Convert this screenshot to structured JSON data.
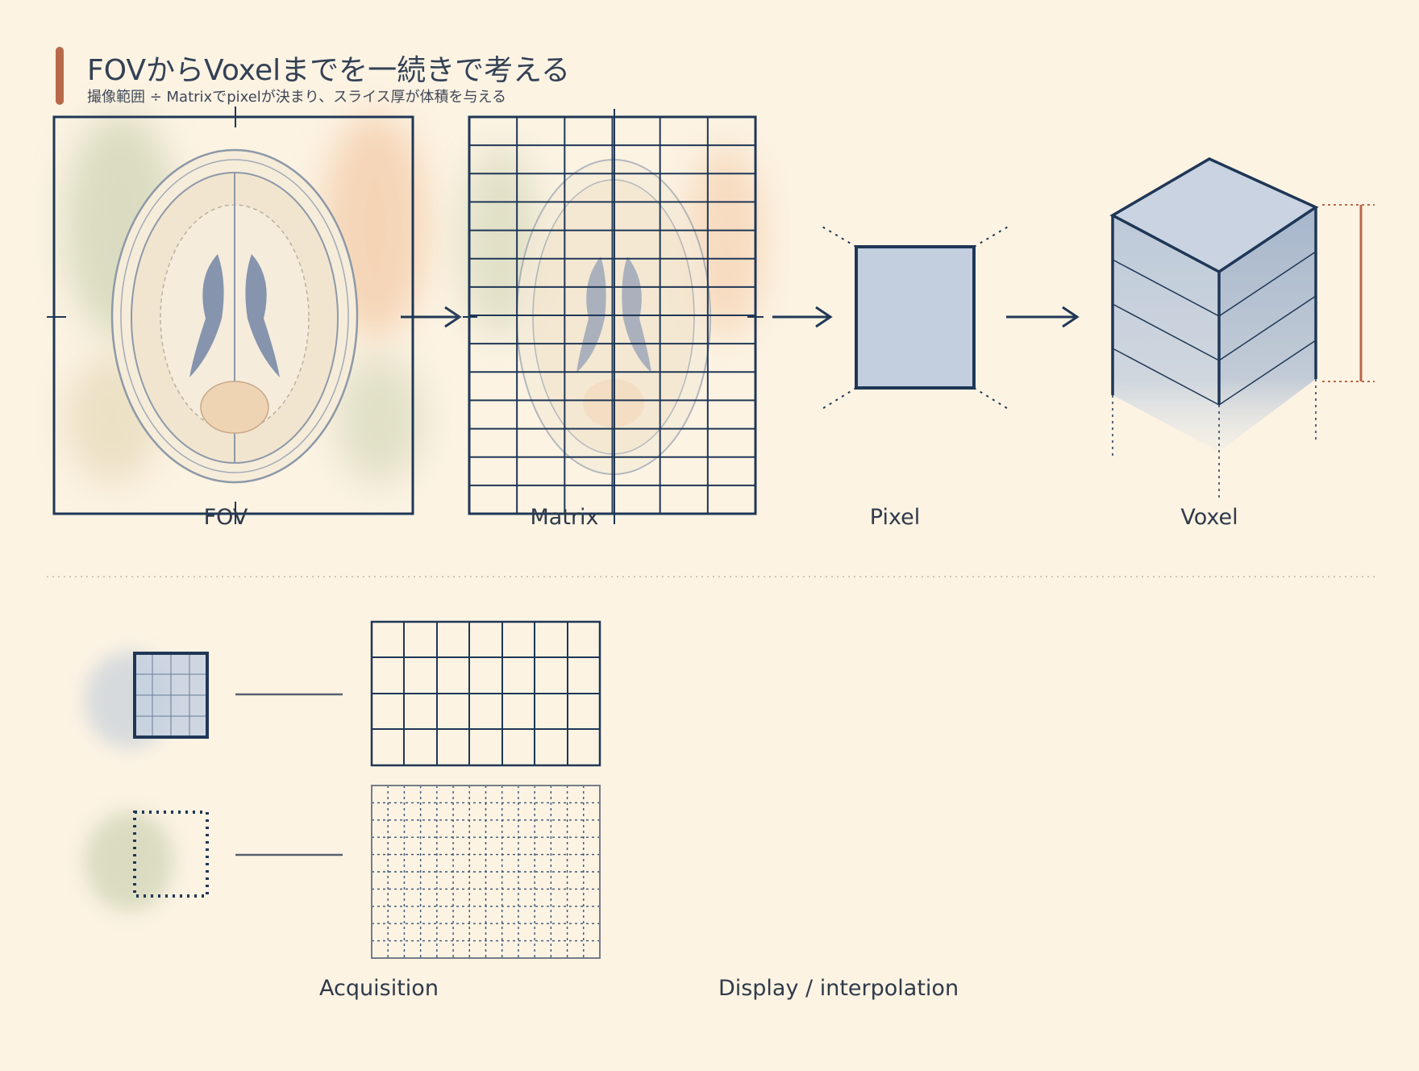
{
  "header": {
    "title": "FOVからVoxelまでを一続きで考える",
    "subtitle": "撮像範囲 ÷ Matrixでpixelが決まり、スライス厚が体積を与える"
  },
  "stages": {
    "fov": "FOV",
    "matrix": "Matrix",
    "pixel": "Pixel",
    "voxel": "Voxel"
  },
  "comparison": {
    "acquisition": "Acquisition",
    "display": "Display / interpolation"
  },
  "colors": {
    "background": "#fcf3e3",
    "ink": "#1f3756",
    "accent": "#b8694a",
    "wash_blue": "#b8c6d8",
    "wash_green": "#b9c59f",
    "wash_orange": "#efb78b"
  }
}
